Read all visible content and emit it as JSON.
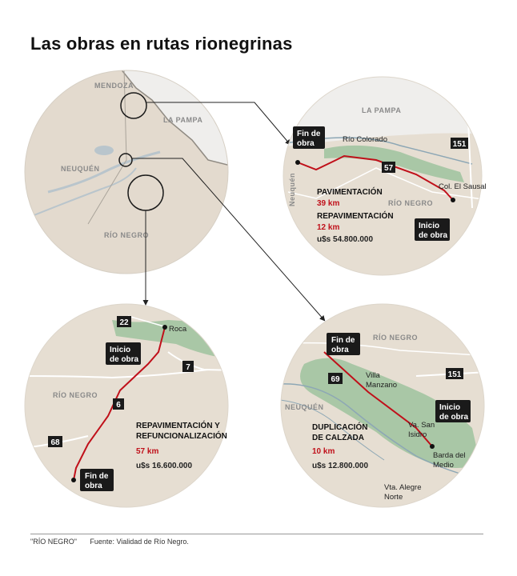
{
  "title": "Las obras en rutas rionegrinas",
  "overview": {
    "regions": {
      "mendoza": "MENDOZA",
      "la_pampa": "LA PAMPA",
      "neuquen": "NEUQUÉN",
      "rio_negro": "RÍO NEGRO"
    }
  },
  "map_ne": {
    "regions": {
      "la_pampa": "LA PAMPA",
      "neuquen": "Neuquén",
      "rio_negro": "RÍO NEGRO"
    },
    "places": {
      "rio_colorado": "Río Colorado",
      "col_el_sausal": "Col. El Sausal"
    },
    "routes": [
      "57",
      "151"
    ],
    "badges": {
      "fin": [
        "Fin de",
        "obra"
      ],
      "inicio": [
        "Inicio",
        "de obra"
      ]
    },
    "works": [
      {
        "label": "PAVIMENTACIÓN",
        "km": "39 km"
      },
      {
        "label": "REPAVIMENTACIÓN",
        "km": "12 km"
      }
    ],
    "cost": "u$s 54.800.000"
  },
  "map_sw": {
    "regions": {
      "rio_negro": "RÍO NEGRO"
    },
    "places": {
      "roca": "Roca"
    },
    "routes": [
      "22",
      "7",
      "6",
      "68"
    ],
    "badges": {
      "inicio": [
        "Inicio",
        "de obra"
      ],
      "fin": [
        "Fin de",
        "obra"
      ]
    },
    "work_label": [
      "REPAVIMENTACIÓN Y",
      "REFUNCIONALIZACIÓN"
    ],
    "km": "57 km",
    "cost": "u$s 16.600.000"
  },
  "map_se": {
    "regions": {
      "rio_negro": "RÍO NEGRO",
      "neuquen": "NEUQUÉN"
    },
    "places": {
      "villa_manzano": [
        "Villa",
        "Manzano"
      ],
      "va_san_isidro": [
        "Va. San",
        "Isidro"
      ],
      "barda_del_medio": [
        "Barda del",
        "Medio"
      ],
      "vta_alegre_norte": [
        "Vta. Alegre",
        "Norte"
      ]
    },
    "routes": [
      "69",
      "151"
    ],
    "badges": {
      "fin": [
        "Fin de",
        "obra"
      ],
      "inicio": [
        "Inicio",
        "de obra"
      ]
    },
    "work_label": [
      "DUPLICACIÓN",
      "DE CALZADA"
    ],
    "km": "10 km",
    "cost": "u$s 12.800.000"
  },
  "footer": {
    "credit": "\"RÍO NEGRO\"",
    "source": "Fuente: Vialidad de Río Negro."
  },
  "colors": {
    "route": "#c0101a",
    "terrain": "#e6ded2",
    "pampa": "#efeeec",
    "green": "#a9c7a6",
    "badge": "#1a1a1a"
  }
}
